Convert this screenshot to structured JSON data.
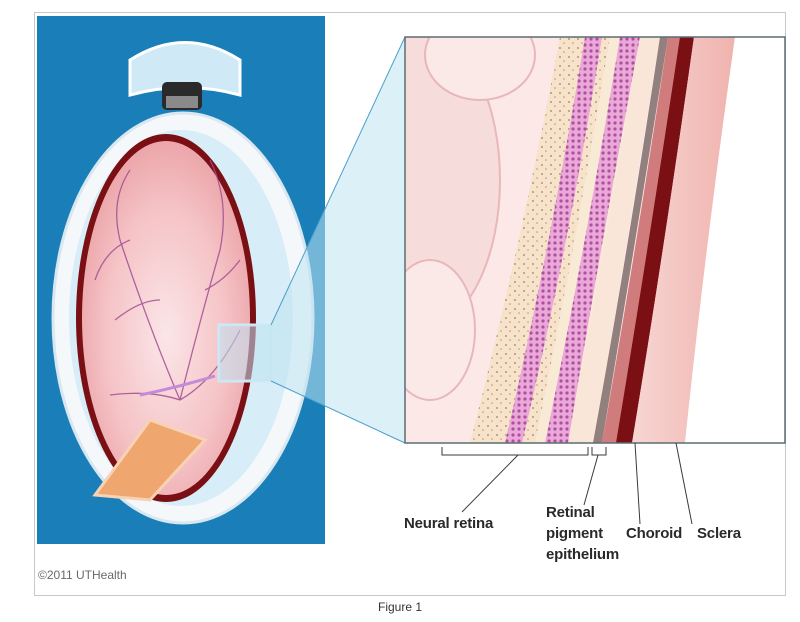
{
  "figure": {
    "caption": "Figure 1",
    "copyright": "©2011 UTHealth"
  },
  "labels": {
    "neural_retina": "Neural retina",
    "rpe_line1": "Retinal",
    "rpe_line2": "pigment",
    "rpe_line3": "epithelium",
    "choroid": "Choroid",
    "sclera": "Sclera"
  },
  "colors": {
    "panel_bg": "#1a7fb8",
    "sclera_white": "#f4f8fb",
    "retina_pink": "#f3b2b4",
    "choroid_dark": "#7a0f14",
    "zoom_blue": "#bfe3f2",
    "rpe_purple": "#c56fb6"
  }
}
